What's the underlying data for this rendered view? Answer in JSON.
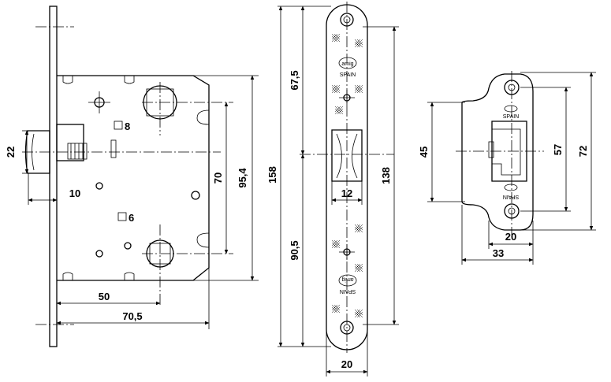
{
  "dimensions": {
    "view1": {
      "latch_height": "22",
      "latch_projection": "10",
      "square_top": "8",
      "square_bottom": "6",
      "hole_spacing": "70",
      "case_height": "95,4",
      "backset": "50",
      "case_depth": "70,5"
    },
    "view2": {
      "upper_to_center": "67,5",
      "lower_to_center": "90,5",
      "total_length": "158",
      "slot_length": "138",
      "slot_width": "12",
      "plate_width": "20"
    },
    "view3": {
      "opening_height": "45",
      "hole_spacing": "57",
      "plate_height": "72",
      "plate_width": "20",
      "total_depth": "33"
    }
  },
  "branding": {
    "brand_text": "SPAIN",
    "logo_text": "amig"
  },
  "icons": [
    "square-spindle-icon",
    "brand-logo-icon",
    "hatch-mark-icon"
  ]
}
